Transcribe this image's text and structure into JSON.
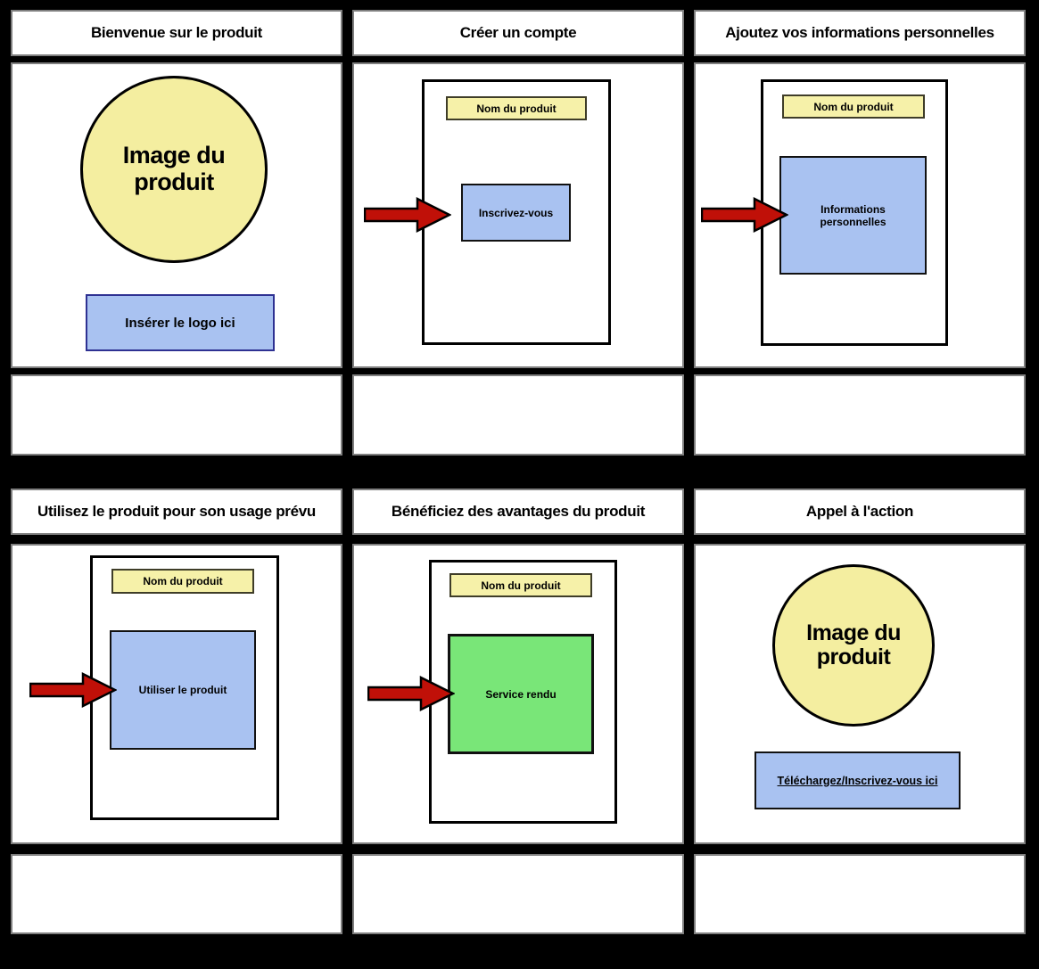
{
  "colors": {
    "page_bg": "#000000",
    "cell_bg": "#ffffff",
    "cell_border": "#7f7f7f",
    "screen_border": "#000000",
    "circle_fill": "#f4eea0",
    "circle_border": "#000000",
    "yellow_tag_fill": "#f6f1a9",
    "yellow_tag_border": "#3f3d28",
    "blue_fill": "#a9c2f1",
    "blue_border_navy": "#2e3192",
    "box_border_black": "#111111",
    "green_fill": "#79e678",
    "arrow_fill": "#c01008",
    "text_color": "#000000"
  },
  "panels": [
    {
      "title": "Bienvenue sur le produit",
      "circle_label": "Image du produit",
      "logo_box_label": "Insérer le logo ici",
      "description": ""
    },
    {
      "title": "Créer un compte",
      "screen_tag": "Nom du produit",
      "action_label": "Inscrivez-vous",
      "description": ""
    },
    {
      "title": "Ajoutez vos informations personnelles",
      "screen_tag": "Nom du produit",
      "action_label": "Informations personnelles",
      "description": ""
    },
    {
      "title": "Utilisez le produit pour son usage prévu",
      "screen_tag": "Nom du produit",
      "action_label": "Utiliser le produit",
      "description": ""
    },
    {
      "title": "Bénéficiez des avantages du produit",
      "screen_tag": "Nom du produit",
      "action_label": "Service rendu",
      "description": ""
    },
    {
      "title": "Appel à l'action",
      "circle_label": "Image du produit",
      "cta_label": "Téléchargez/Inscrivez-vous ici",
      "description": ""
    }
  ]
}
